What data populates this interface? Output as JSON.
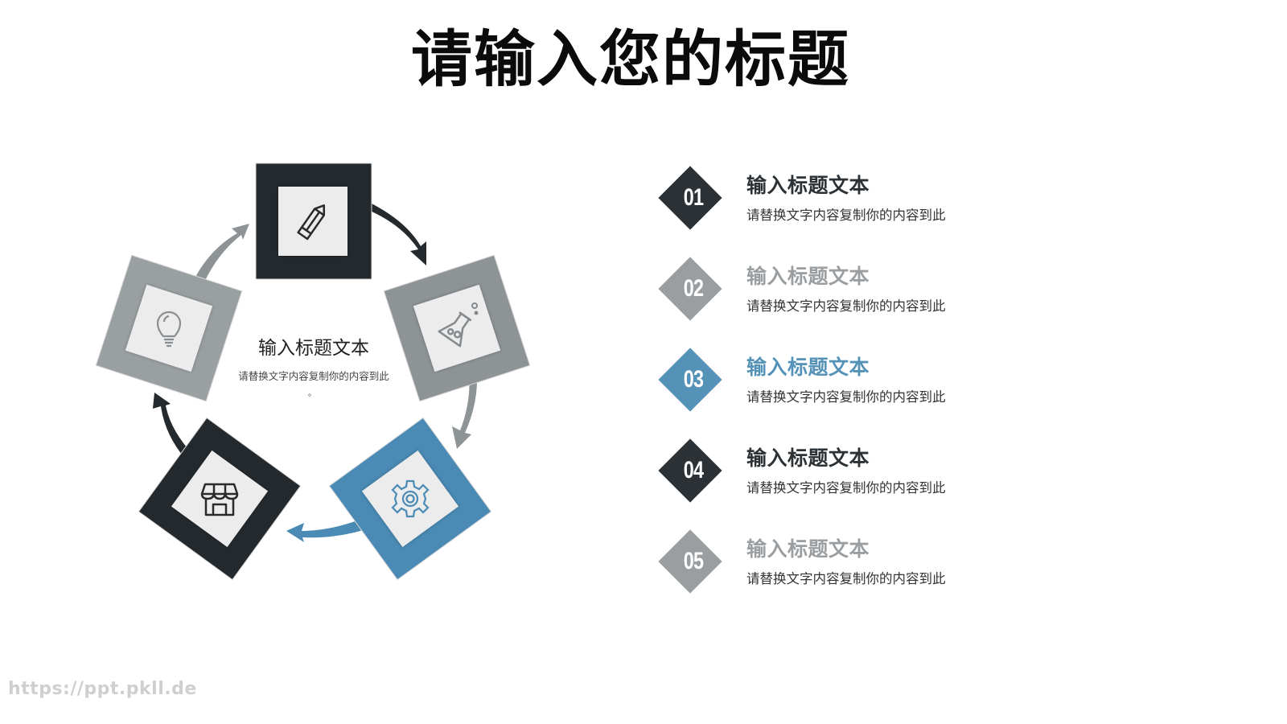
{
  "slide": {
    "title": "请输入您的标题",
    "watermark": "https://ppt.pkll.de"
  },
  "cycle": {
    "center_title": "输入标题文本",
    "center_desc": "请替换文字内容复制你的内容到此",
    "center_dot": "。",
    "nodes": [
      {
        "icon": "pencil-icon",
        "color": "#23292d",
        "position": "top"
      },
      {
        "icon": "flask-icon",
        "color": "#8e9396",
        "position": "right"
      },
      {
        "icon": "gear-icon",
        "color": "#4a8ab4",
        "position": "bottom-right"
      },
      {
        "icon": "store-icon",
        "color": "#23292d",
        "position": "bottom-left"
      },
      {
        "icon": "lightbulb-icon",
        "color": "#9a9fa2",
        "position": "left"
      }
    ]
  },
  "list": {
    "items": [
      {
        "number": "01",
        "title": "输入标题文本",
        "desc": "请替换文字内容复制你的内容到此",
        "color": "#2b3135",
        "title_color": "#2b3135"
      },
      {
        "number": "02",
        "title": "输入标题文本",
        "desc": "请替换文字内容复制你的内容到此",
        "color": "#9a9ea1",
        "title_color": "#9a9ea1"
      },
      {
        "number": "03",
        "title": "输入标题文本",
        "desc": "请替换文字内容复制你的内容到此",
        "color": "#5592b8",
        "title_color": "#5592b8"
      },
      {
        "number": "04",
        "title": "输入标题文本",
        "desc": "请替换文字内容复制你的内容到此",
        "color": "#2b3135",
        "title_color": "#2b3135"
      },
      {
        "number": "05",
        "title": "输入标题文本",
        "desc": "请替换文字内容复制你的内容到此",
        "color": "#9a9ea1",
        "title_color": "#9a9ea1"
      }
    ]
  },
  "colors": {
    "dark": "#23292d",
    "gray": "#9a9ea1",
    "blue": "#5592b8",
    "inner": "#ececed"
  }
}
